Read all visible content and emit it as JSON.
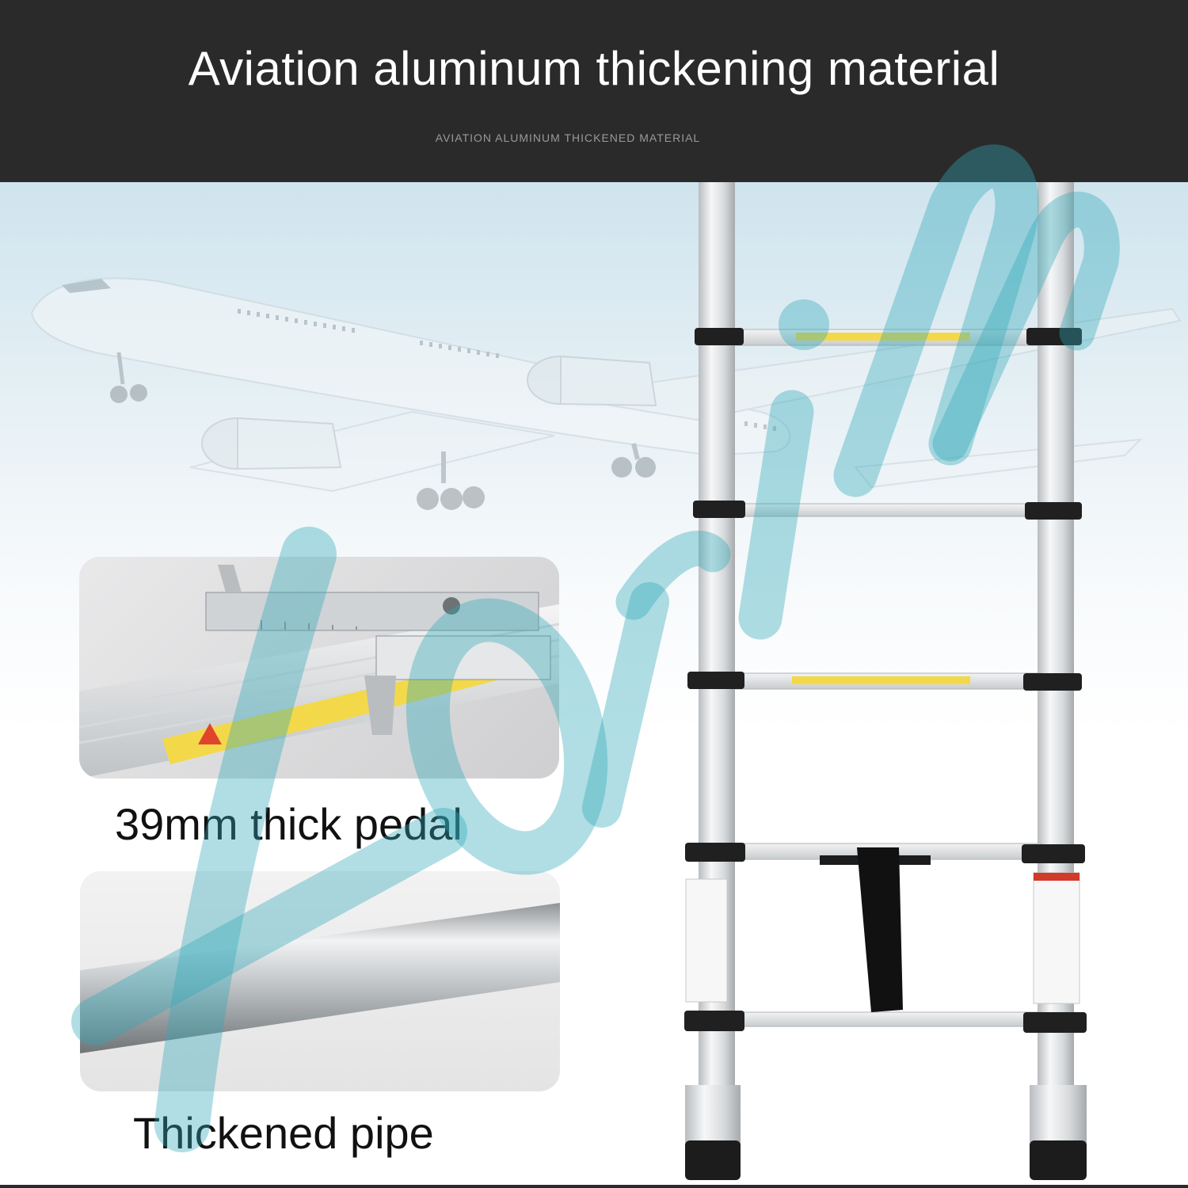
{
  "header": {
    "title": "Aviation aluminum thickening material",
    "subtitle": "AVIATION ALUMINUM THICKENED MATERIAL"
  },
  "features": [
    {
      "caption": "39mm thick pedal",
      "image": "aluminum-pedal-caliper-photo"
    },
    {
      "caption": "Thickened pipe",
      "image": "aluminum-pipe-closeup-photo"
    }
  ],
  "background": {
    "image": "airplane-photo"
  },
  "product": {
    "image": "telescopic-ladder-photo"
  },
  "watermark": {
    "text": "Lorim"
  },
  "colors": {
    "header": "#2a2a2a",
    "watermark": "#2fa8b8"
  }
}
